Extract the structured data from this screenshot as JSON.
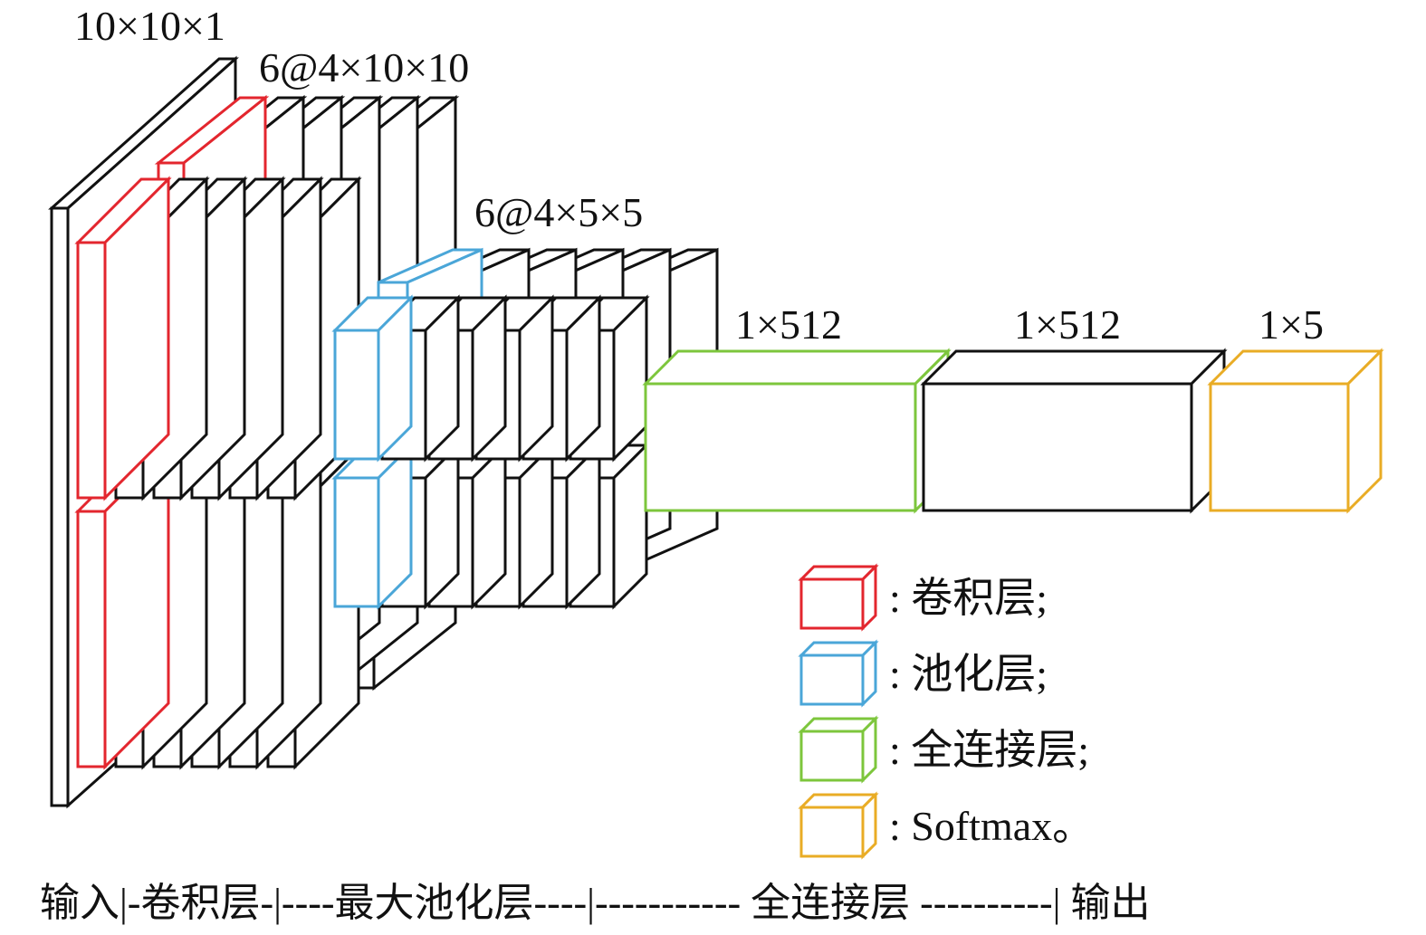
{
  "colors": {
    "outline": "#111111",
    "conv": "#e3262e",
    "pool": "#4aa6d8",
    "fc": "#7dc63c",
    "softmax": "#e9ac25",
    "background": "#ffffff"
  },
  "labels": {
    "input": "10×10×1",
    "conv": "6@4×10×10",
    "pool": "6@4×5×5",
    "fc1": "1×512",
    "fc2": "1×512",
    "out": "1×5"
  },
  "legend": [
    {
      "key": "conv",
      "text": ": 卷积层;"
    },
    {
      "key": "pool",
      "text": ": 池化层;"
    },
    {
      "key": "fc",
      "text": ": 全连接层;"
    },
    {
      "key": "softmax",
      "text": ": Softmax。"
    }
  ],
  "bottom_caption": "输入|-卷积层-|----最大池化层----|----------- 全连接层 ----------| 输出"
}
